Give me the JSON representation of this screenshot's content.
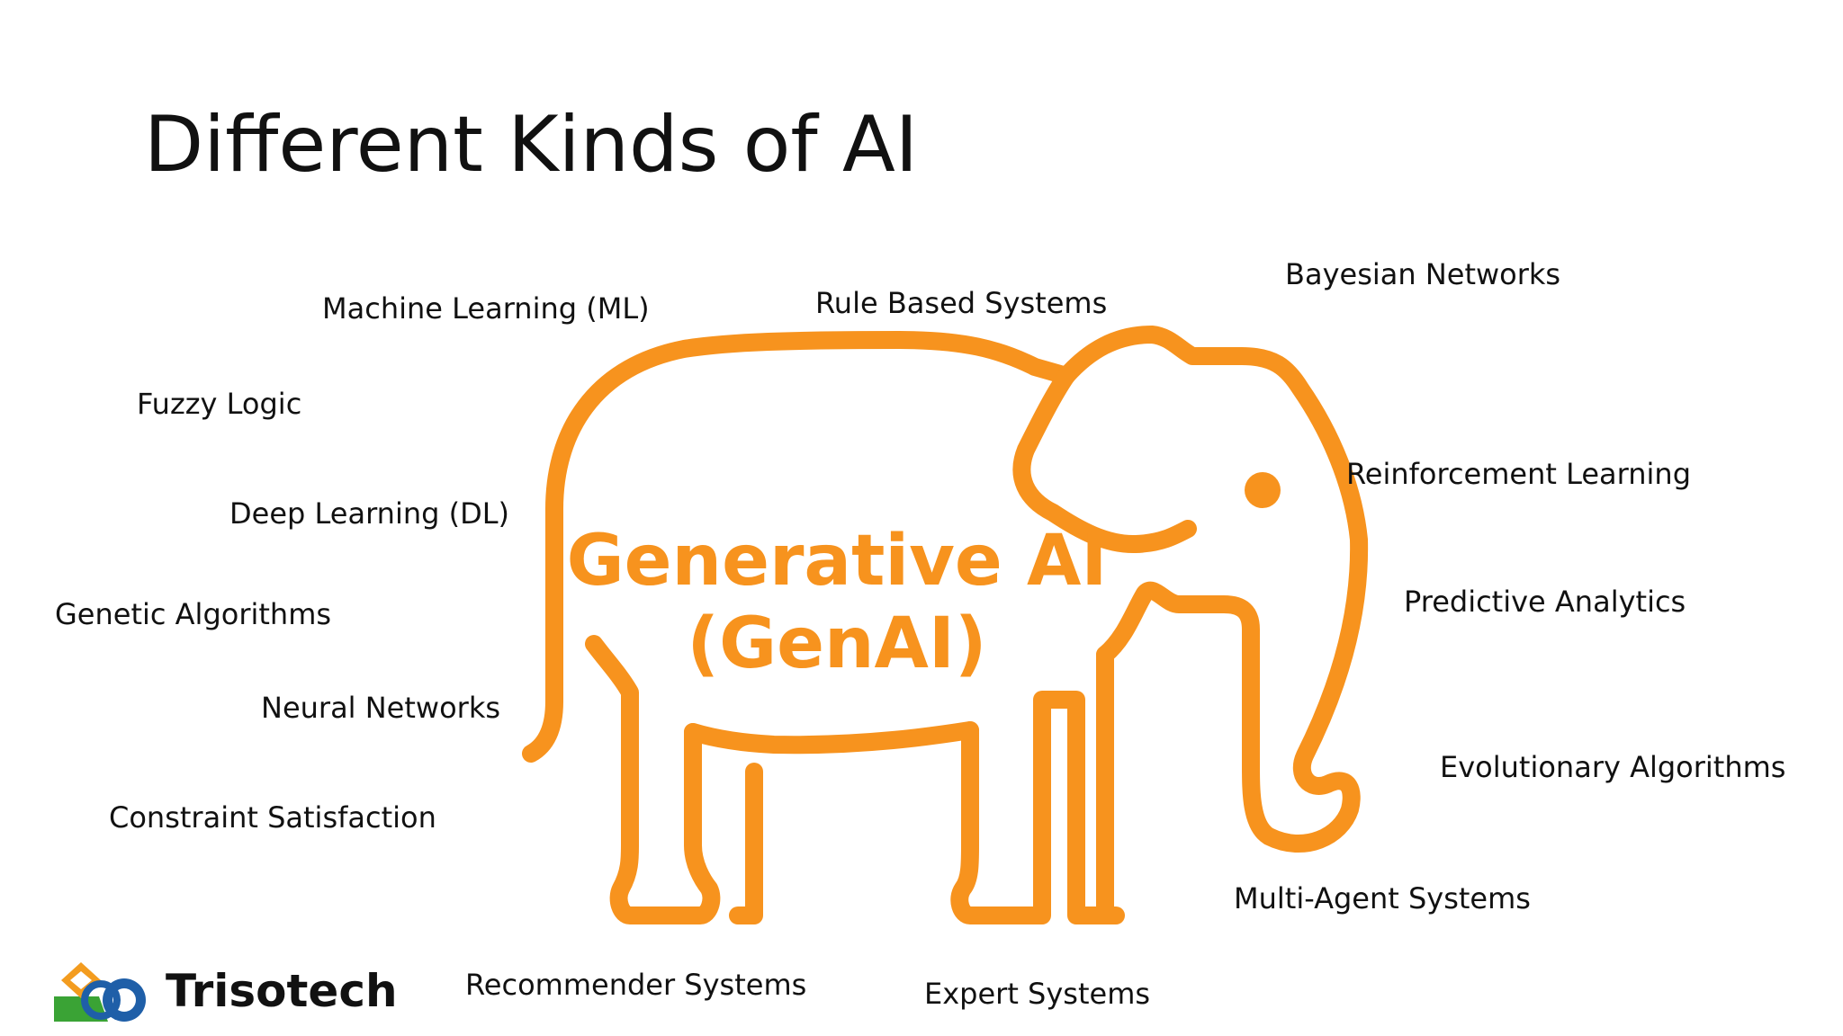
{
  "title": "Different Kinds of AI",
  "center": {
    "line1": "Generative AI",
    "line2": "(GenAI)"
  },
  "labels": {
    "machine_learning": "Machine Learning (ML)",
    "rule_based": "Rule Based Systems",
    "bayesian": "Bayesian Networks",
    "fuzzy_logic": "Fuzzy Logic",
    "deep_learning": "Deep Learning (DL)",
    "genetic": "Genetic Algorithms",
    "neural": "Neural Networks",
    "constraint": "Constraint Satisfaction",
    "reinforcement": "Reinforcement Learning",
    "predictive": "Predictive Analytics",
    "evolutionary": "Evolutionary Algorithms",
    "multi_agent": "Multi-Agent Systems",
    "recommender": "Recommender Systems",
    "expert": "Expert Systems"
  },
  "logo": {
    "text": "Trisotech"
  },
  "colors": {
    "accent": "#f7931e",
    "text": "#111111"
  },
  "icons": {
    "illustration": "elephant-outline-icon",
    "logo": "trisotech-logo-icon"
  }
}
